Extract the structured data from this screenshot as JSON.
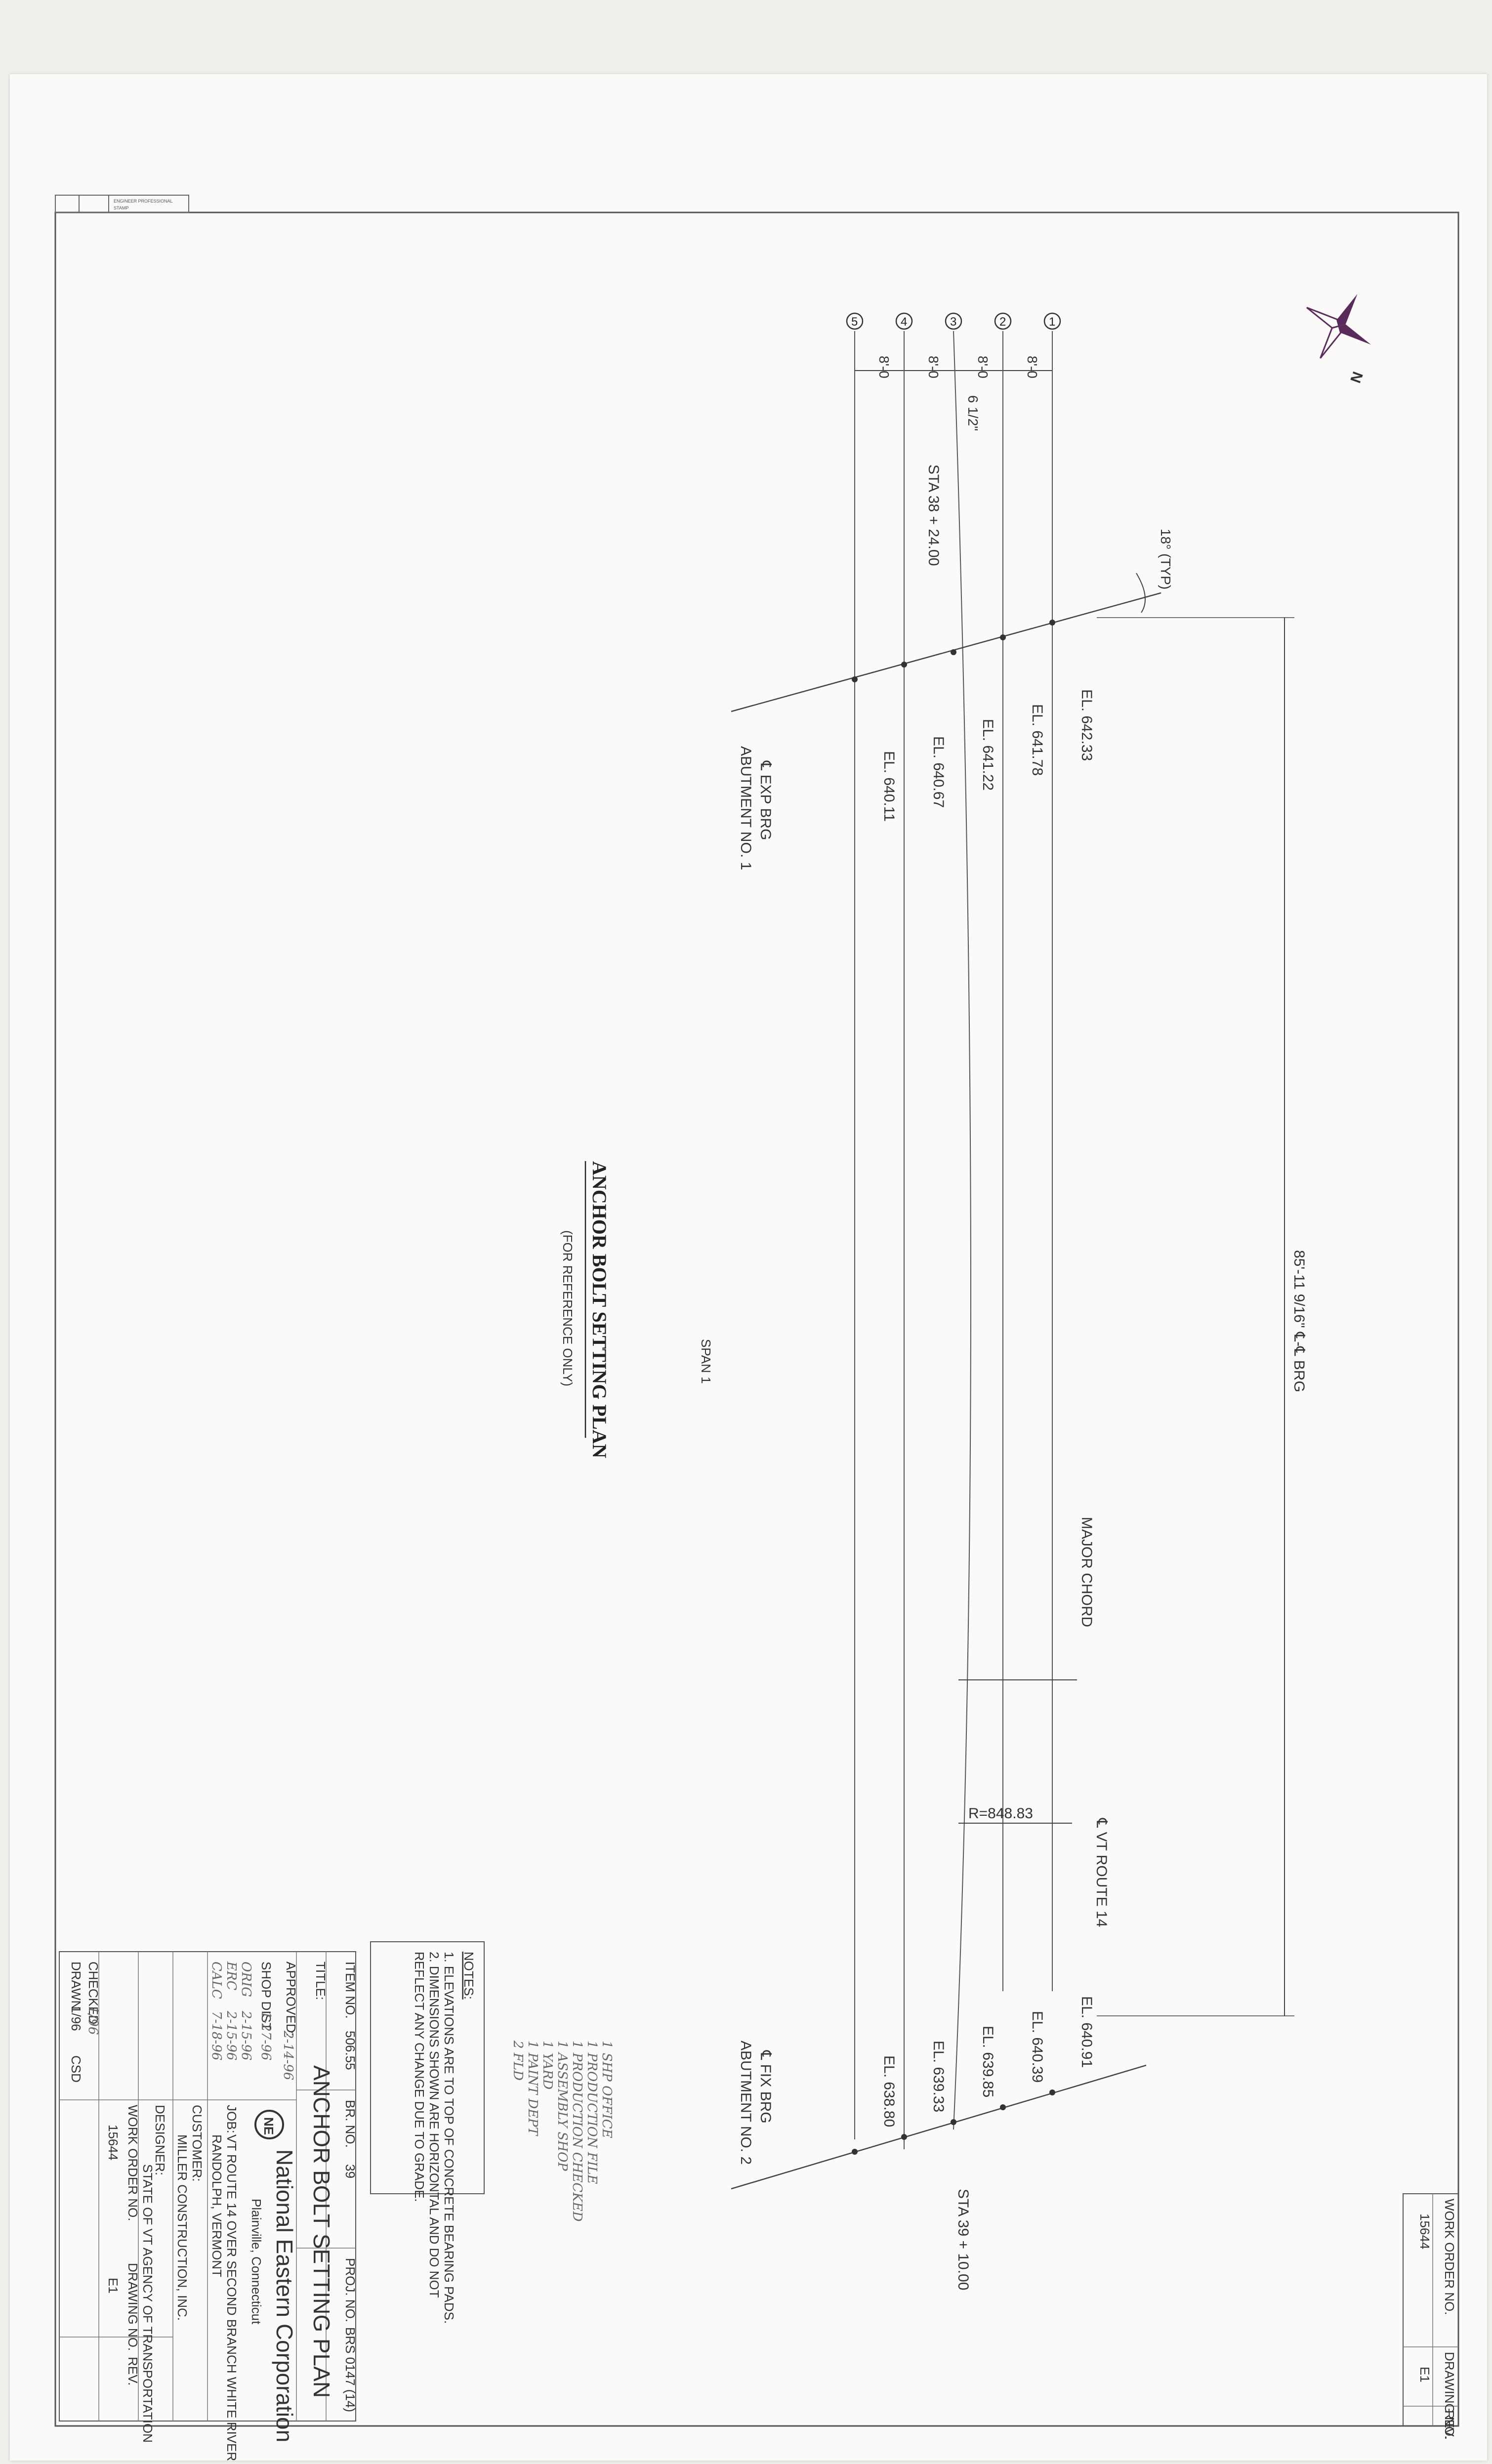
{
  "drawing": {
    "title": "ANCHOR BOLT SETTING PLAN",
    "subtitle": "(FOR REFERENCE ONLY)",
    "span_label": "SPAN 1",
    "major_chord": "MAJOR CHORD",
    "route_label": "℄ VT ROUTE 14",
    "radius": "R=848.83",
    "brg_length": "85'-11 9/16\" ℄-℄ BRG",
    "typ_angle": "18° (TYP)",
    "sta_start": "STA 38 + 24.00",
    "sta_end": "STA 39 + 10.00",
    "dim_offset": "6 1/2\"",
    "abutment1": [
      "℄ EXP BRG",
      "ABUTMENT NO. 1"
    ],
    "abutment2": [
      "℄ FIX BRG",
      "ABUTMENT NO. 2"
    ],
    "north_label": "N"
  },
  "girders": [
    "1",
    "2",
    "3",
    "4",
    "5"
  ],
  "spacings": [
    "8'-0",
    "8'-0",
    "8'-0",
    "8'-0"
  ],
  "elevations_abut1": [
    "EL. 642.33",
    "EL. 641.78",
    "EL. 641.22",
    "EL. 640.67",
    "EL. 640.11"
  ],
  "elevations_abut2": [
    "EL. 640.91",
    "EL. 640.39",
    "EL. 639.85",
    "EL. 639.33",
    "EL. 638.80"
  ],
  "notes": {
    "header": "NOTES:",
    "lines": [
      "1. ELEVATIONS ARE TO TOP OF CONCRETE BEARING PADS.",
      "2. DIMENSIONS SHOWN ARE HORIZONTAL AND DO NOT",
      "    REFLECT ANY CHANGE DUE TO GRADE."
    ]
  },
  "handwritten": [
    "1 SHP OFFICE",
    "1 PRODUCTION FILE",
    "1 PRODUCTION CHECKED",
    "1 ASSEMBLY SHOP",
    "1 YARD",
    "1 PAINT DEPT",
    "2 FLD"
  ],
  "title_block": {
    "item_no_label": "ITEM NO.",
    "item_no": "506.55",
    "br_no_label": "BR. NO.",
    "br_no": "39",
    "proj_no_label": "PROJ. NO.",
    "proj_no": "BRS 0147 (14)",
    "title_label": "TITLE:",
    "title": "ANCHOR BOLT SETTING PLAN",
    "company": "National Eastern Corporation",
    "company_loc": "Plainville, Connecticut",
    "logo": "NE",
    "approved_label": "APPROVED:",
    "rows": [
      [
        "APPROVED:",
        "2-14-96"
      ],
      [
        "SHOP DIST",
        "1-27-96"
      ],
      [
        "ORIG",
        "2-15-96"
      ],
      [
        "ERC",
        "2-15-96"
      ],
      [
        "CALC",
        "7-18-96"
      ]
    ],
    "job_label": "JOB:",
    "job": "VT ROUTE 14 OVER SECOND BRANCH WHITE RIVER",
    "job2": "RANDOLPH, VERMONT",
    "customer_label": "CUSTOMER:",
    "customer": "MILLER CONSTRUCTION, INC.",
    "designer_label": "DESIGNER:",
    "designer": "STATE OF VT AGENCY OF TRANSPORTATION",
    "checked_label": "CHECKED",
    "checked": "1/96",
    "drawn_label": "DRAWN",
    "drawn": "1/96",
    "drawn_by": "CSD",
    "work_order_label": "WORK ORDER NO.",
    "work_order": "15644",
    "drawing_no_label": "DRAWING NO.",
    "drawing_no": "E1",
    "rev_label": "REV."
  },
  "corner_block": {
    "work_order_label": "WORK ORDER NO.",
    "work_order": "15644",
    "drawing_no_label": "DRAWING NO.",
    "drawing_no": "E1",
    "rev_label": "REV."
  },
  "stamp": [
    "ENGINEER PROFESSIONAL",
    "STAMP"
  ]
}
